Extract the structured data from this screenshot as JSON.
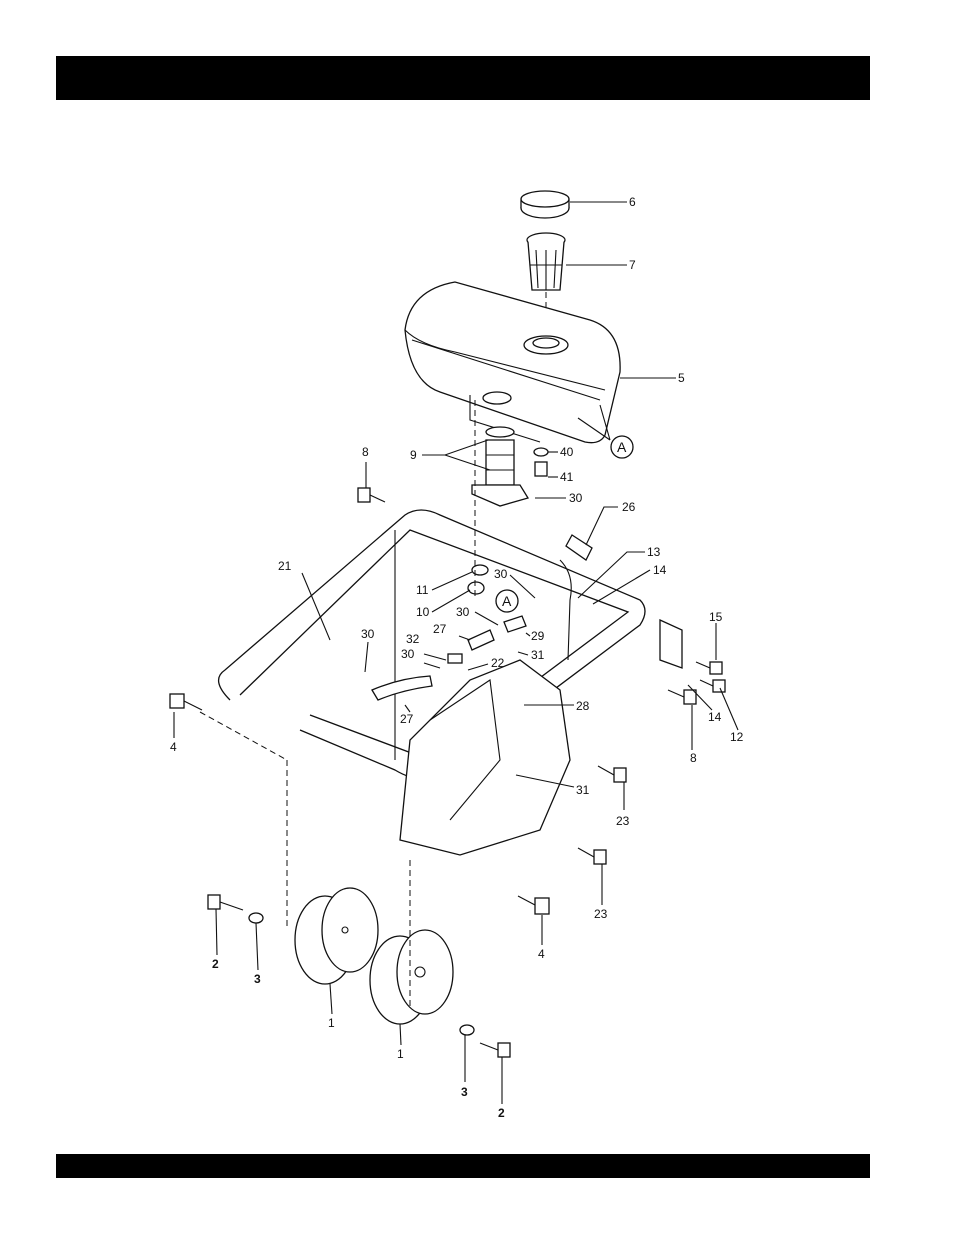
{
  "header_band": {
    "text": ""
  },
  "footer_band": {
    "text": ""
  },
  "callouts": [
    {
      "id": "c6",
      "text": "6"
    },
    {
      "id": "c7",
      "text": "7"
    },
    {
      "id": "c5",
      "text": "5"
    },
    {
      "id": "cA1",
      "text": "A"
    },
    {
      "id": "c9",
      "text": "9"
    },
    {
      "id": "c40",
      "text": "40"
    },
    {
      "id": "c41",
      "text": "41"
    },
    {
      "id": "c8a",
      "text": "8"
    },
    {
      "id": "c30a",
      "text": "30"
    },
    {
      "id": "c26",
      "text": "26"
    },
    {
      "id": "c13",
      "text": "13"
    },
    {
      "id": "c14a",
      "text": "14"
    },
    {
      "id": "c21",
      "text": "21"
    },
    {
      "id": "c11",
      "text": "11"
    },
    {
      "id": "c30b",
      "text": "30"
    },
    {
      "id": "c10",
      "text": "10"
    },
    {
      "id": "cA2",
      "text": "A"
    },
    {
      "id": "c30c",
      "text": "30"
    },
    {
      "id": "c27a",
      "text": "27"
    },
    {
      "id": "c29",
      "text": "29"
    },
    {
      "id": "c30d",
      "text": "30"
    },
    {
      "id": "c32",
      "text": "32"
    },
    {
      "id": "c31a",
      "text": "31"
    },
    {
      "id": "c30e",
      "text": "30"
    },
    {
      "id": "c22",
      "text": "22"
    },
    {
      "id": "c15",
      "text": "15"
    },
    {
      "id": "c28",
      "text": "28"
    },
    {
      "id": "c27b",
      "text": "27"
    },
    {
      "id": "c4a",
      "text": "4"
    },
    {
      "id": "c14b",
      "text": "14"
    },
    {
      "id": "c12",
      "text": "12"
    },
    {
      "id": "c8b",
      "text": "8"
    },
    {
      "id": "c31b",
      "text": "31"
    },
    {
      "id": "c23a",
      "text": "23"
    },
    {
      "id": "c23b",
      "text": "23"
    },
    {
      "id": "c4b",
      "text": "4"
    },
    {
      "id": "c2a",
      "text": "2"
    },
    {
      "id": "c3a",
      "text": "3"
    },
    {
      "id": "c1a",
      "text": "1"
    },
    {
      "id": "c1b",
      "text": "1"
    },
    {
      "id": "c3b",
      "text": "3"
    },
    {
      "id": "c2b",
      "text": "2"
    }
  ]
}
